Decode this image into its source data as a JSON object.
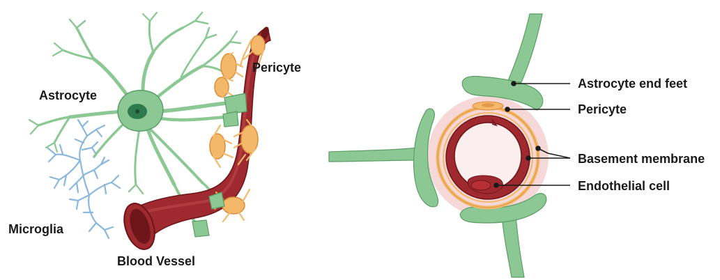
{
  "labels": {
    "astrocyte": "Astrocyte",
    "microglia": "Microglia",
    "pericyte": "Pericyte",
    "blood_vessel": "Blood Vessel",
    "astrocyte_end_feet": "Astrocyte end feet",
    "pericyte_right": "Pericyte",
    "basement_membrane": "Basement membrane",
    "endothelial_cell": "Endothelial cell"
  },
  "colors": {
    "astrocyte": "#8cc894",
    "astrocyte_outline": "#5a9e64",
    "astrocyte_nucleus": "#2e7a4f",
    "vessel": "#9e2a2f",
    "vessel_dark": "#6e1519",
    "vessel_light": "#c04a4d",
    "pericyte": "#f4b86a",
    "pericyte_outline": "#d98d37",
    "microglia": "#8ab8dc",
    "basement_halo": "#f6d8d9",
    "lumen": "#fbeeee",
    "leader_line": "#1a1a1a"
  }
}
